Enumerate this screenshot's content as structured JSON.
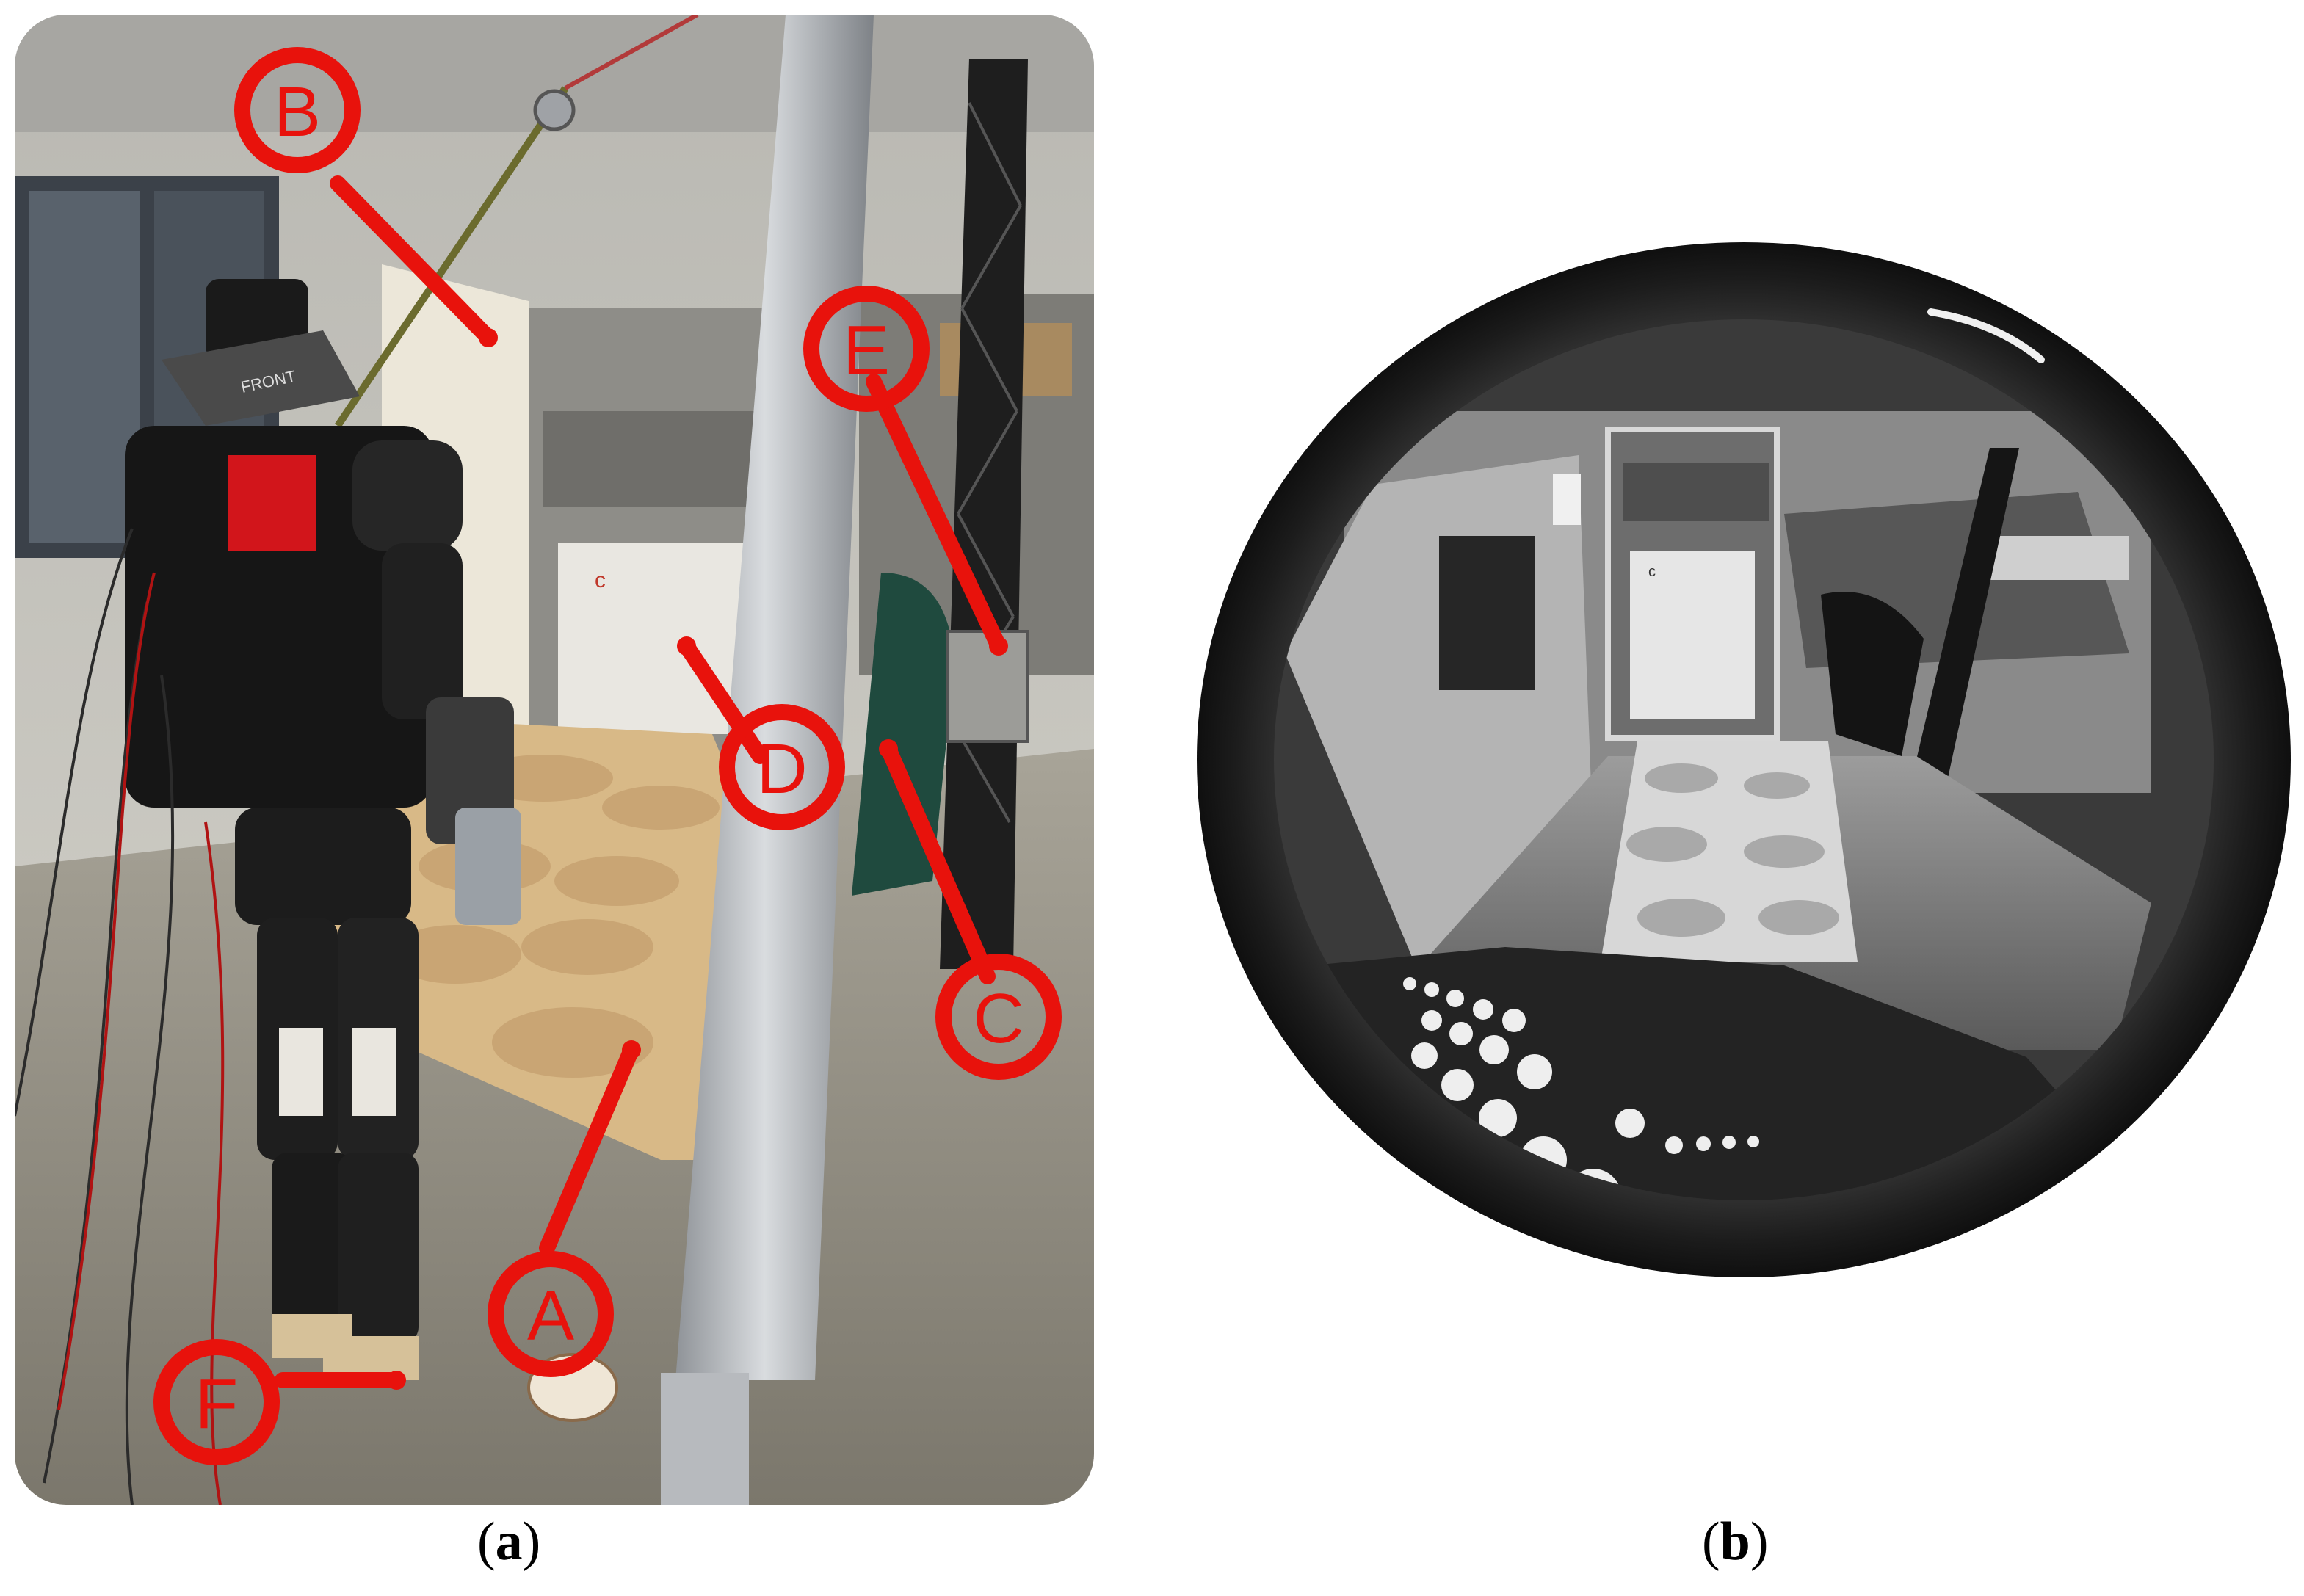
{
  "figure": {
    "panel_a": {
      "caption_letter": "a",
      "callouts": [
        {
          "id": "B",
          "label": "B"
        },
        {
          "id": "E",
          "label": "E"
        },
        {
          "id": "D",
          "label": "D"
        },
        {
          "id": "C",
          "label": "C"
        },
        {
          "id": "A",
          "label": "A"
        },
        {
          "id": "F",
          "label": "F"
        }
      ],
      "cabinet_mark": "c",
      "robot_mark": "FRONT"
    },
    "panel_b": {
      "caption_letter": "b",
      "cabinet_mark": "c"
    },
    "colors": {
      "annotation_red": "#e8120c",
      "lab_wall": "#c9c7c0",
      "floor": "#8d8a80",
      "terrain_tan": "#d8b987",
      "fisheye_rim": "#1a1a1a"
    }
  }
}
